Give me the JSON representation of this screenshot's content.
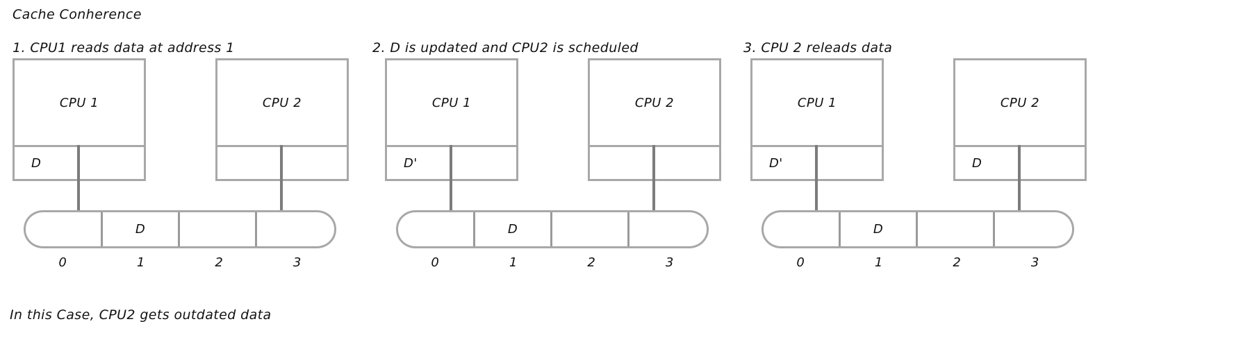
{
  "title": "Cache Conherence",
  "bottom_note": "In this Case, CPU2 gets outdated data",
  "colors": {
    "box_stroke": "#a8a8a8",
    "divider_stroke": "#8a8a8a",
    "connector": "#7c7c7c",
    "text": "#111111",
    "background": "#ffffff"
  },
  "groups": [
    {
      "caption": "1. CPU1   reads data at address 1",
      "cpus": [
        {
          "name": "CPU 1",
          "cache_left": "D",
          "cache_right": ""
        },
        {
          "name": "CPU 2",
          "cache_left": "",
          "cache_right": ""
        }
      ],
      "memory": {
        "cells": [
          "",
          "D",
          "",
          ""
        ],
        "addresses": [
          "0",
          "1",
          "2",
          "3"
        ]
      }
    },
    {
      "caption": "2. D is updated and CPU2 is scheduled",
      "cpus": [
        {
          "name": "CPU 1",
          "cache_left": "D'",
          "cache_right": ""
        },
        {
          "name": "CPU 2",
          "cache_left": "",
          "cache_right": ""
        }
      ],
      "memory": {
        "cells": [
          "",
          "D",
          "",
          ""
        ],
        "addresses": [
          "0",
          "1",
          "2",
          "3"
        ]
      }
    },
    {
      "caption": "3. CPU 2 releads data",
      "cpus": [
        {
          "name": "CPU 1",
          "cache_left": "D'",
          "cache_right": ""
        },
        {
          "name": "CPU 2",
          "cache_left": "D",
          "cache_right": ""
        }
      ],
      "memory": {
        "cells": [
          "",
          "D",
          "",
          ""
        ],
        "addresses": [
          "0",
          "1",
          "2",
          "3"
        ]
      }
    }
  ]
}
